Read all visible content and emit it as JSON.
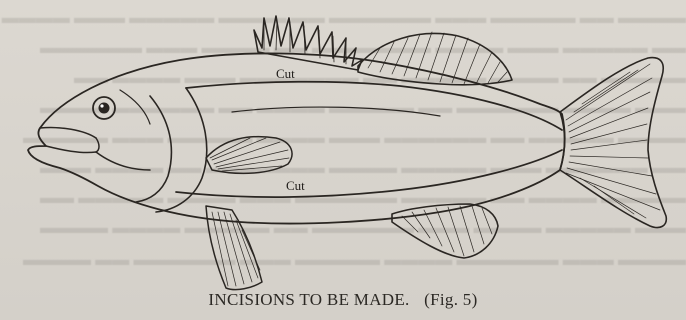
{
  "figure": {
    "cut_label_top": "Cut",
    "cut_label_bottom": "Cut",
    "caption": "INCISIONS TO BE MADE.",
    "fig_ref": "(Fig. 5)"
  },
  "colors": {
    "ink": "#2a2622",
    "paper": "#dad6cf",
    "fish_fill": "#ffffff"
  }
}
